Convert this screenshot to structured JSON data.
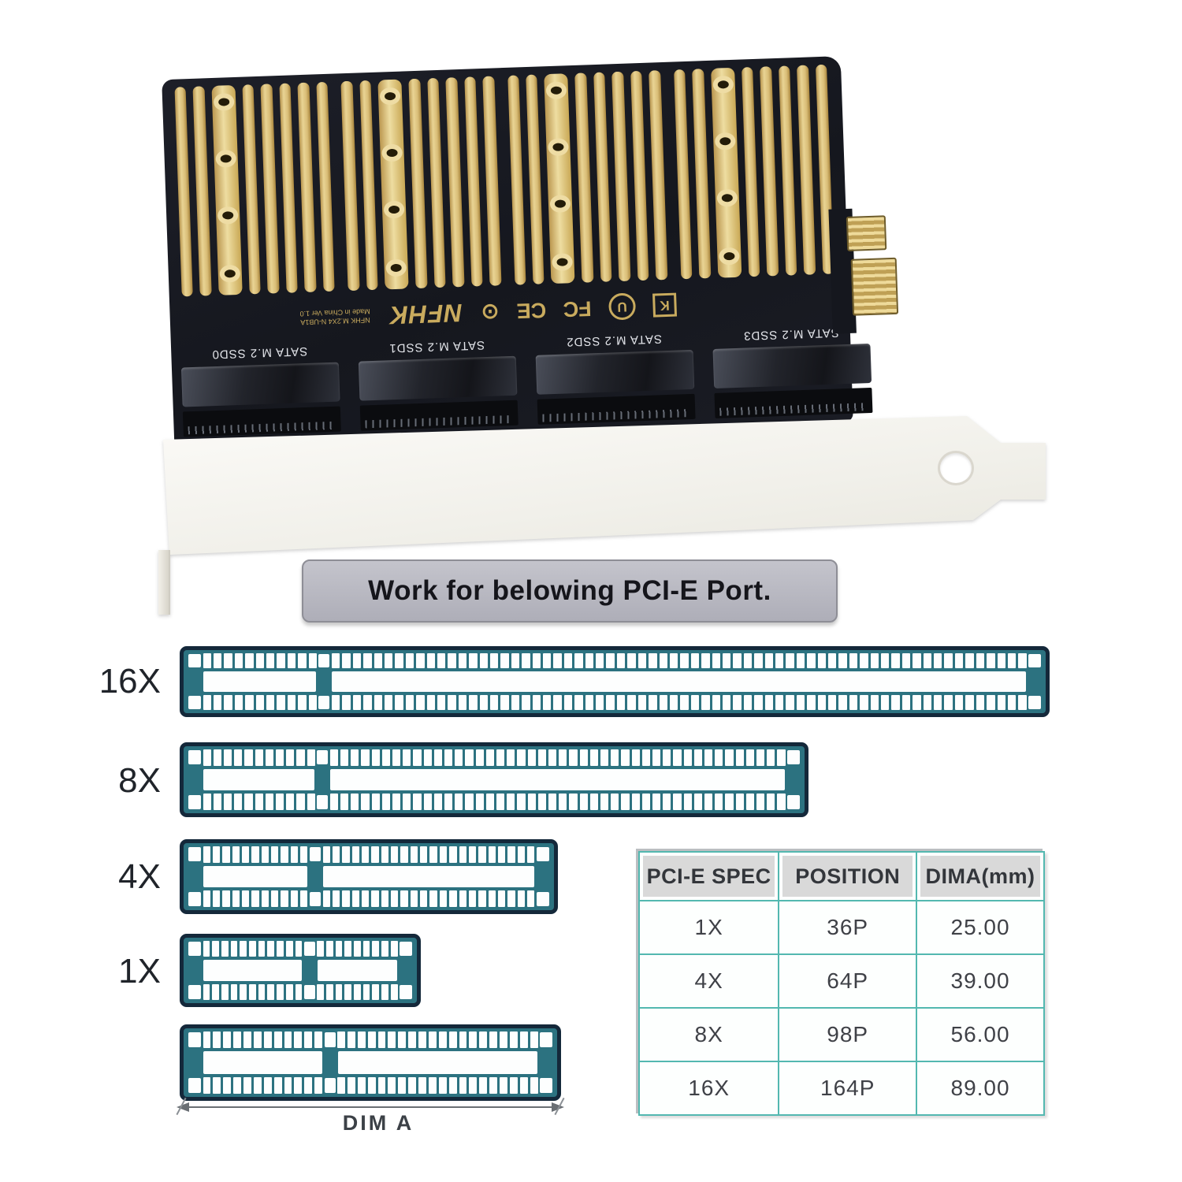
{
  "banner": {
    "text": "Work for belowing PCI-E Port."
  },
  "card": {
    "brand": "NFHK",
    "pcb_text_line1": "NFHK M.2X4 N-UB1A",
    "pcb_text_line2": "Made in China Ver 1.0",
    "cert_marks": [
      {
        "name": "rohs-mark",
        "glyph": "⊙",
        "shape": "text"
      },
      {
        "name": "ce-mark",
        "glyph": "CE",
        "shape": "text"
      },
      {
        "name": "fcc-mark",
        "glyph": "FC",
        "shape": "text"
      },
      {
        "name": "ul-mark",
        "glyph": "U",
        "shape": "circle"
      },
      {
        "name": "kc-mark",
        "glyph": "K",
        "shape": "square"
      }
    ],
    "port_labels": [
      "SATA M.2 SSD0",
      "SATA M.2 SSD1",
      "SATA M.2 SSD2",
      "SATA M.2 SSD3"
    ],
    "colors": {
      "pcb": "#15171e",
      "gold": "#d9bd77",
      "silkscreen": "#c9ab5e"
    }
  },
  "diagrams": {
    "slot_color": "#2c7280",
    "outline_color": "#14283a",
    "slots": [
      {
        "label": "16X",
        "short_pins": 11,
        "long_pins": 66
      },
      {
        "label": "8X",
        "short_pins": 11,
        "long_pins": 44
      },
      {
        "label": "4X",
        "short_pins": 11,
        "long_pins": 22
      },
      {
        "label": "1X",
        "short_pins": 11,
        "long_pins": 9
      },
      {
        "label": "",
        "short_pins": 12,
        "long_pins": 20
      }
    ],
    "dimension_label": "DIM A"
  },
  "spec_table": {
    "headers": [
      "PCI-E SPEC",
      "POSITION",
      "DIMA(mm)"
    ],
    "rows": [
      [
        "1X",
        "36P",
        "25.00"
      ],
      [
        "4X",
        "64P",
        "39.00"
      ],
      [
        "8X",
        "98P",
        "56.00"
      ],
      [
        "16X",
        "164P",
        "89.00"
      ]
    ],
    "border_color": "#53b8b0"
  }
}
